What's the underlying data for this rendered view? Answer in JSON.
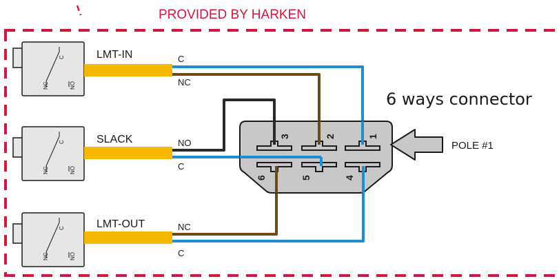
{
  "header": {
    "provided_by": "PROVIDED BY HARKEN"
  },
  "connector": {
    "title": "6 ways connector",
    "pole_label": "POLE #1",
    "pins": [
      "1",
      "2",
      "3",
      "4",
      "5",
      "6"
    ]
  },
  "switches": [
    {
      "name": "LMT-IN",
      "wire_top": "C",
      "wire_bottom": "NC",
      "terminals": [
        "C",
        "NC",
        "NO"
      ]
    },
    {
      "name": "SLACK",
      "wire_top": "NO",
      "wire_bottom": "C",
      "terminals": [
        "C",
        "NC",
        "NO"
      ]
    },
    {
      "name": "LMT-OUT",
      "wire_top": "NC",
      "wire_bottom": "C",
      "terminals": [
        "C",
        "NC",
        "NO"
      ]
    }
  ],
  "colors": {
    "dash": "#d2173c",
    "cable": "#f6b800",
    "blue": "#1b8fd2",
    "brown": "#6b4a1c",
    "black": "#2a2a2a",
    "connector_fill": "#c8c8c8",
    "switch_fill": "#e6e6e6"
  }
}
